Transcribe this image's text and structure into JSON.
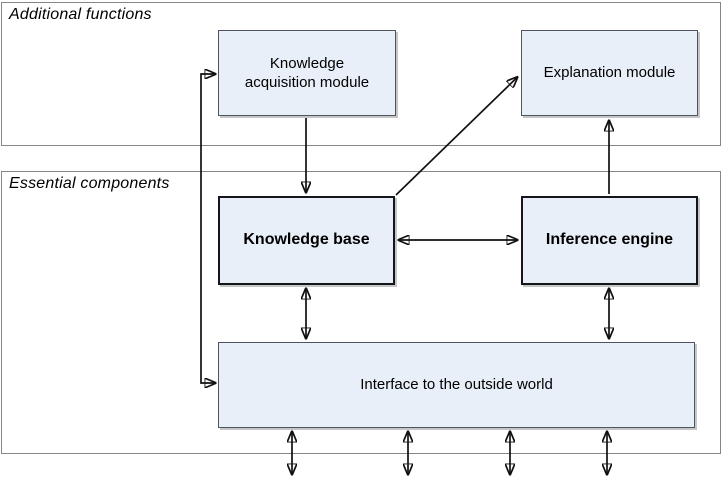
{
  "sections": [
    {
      "id": "additional",
      "label": "Additional functions"
    },
    {
      "id": "essential",
      "label": "Essential components"
    }
  ],
  "nodes": {
    "knowledge_acquisition": {
      "label": "Knowledge\nacquisition module",
      "emphasis": false
    },
    "explanation": {
      "label": "Explanation module",
      "emphasis": false
    },
    "knowledge_base": {
      "label": "Knowledge base",
      "emphasis": true
    },
    "inference_engine": {
      "label": "Inference engine",
      "emphasis": true
    },
    "interface": {
      "label": "Interface to the outside world",
      "emphasis": false
    }
  },
  "edges": [
    {
      "from": "interface",
      "to": "knowledge_acquisition",
      "bidirectional": true,
      "style": "elbow-left"
    },
    {
      "from": "knowledge_acquisition",
      "to": "knowledge_base",
      "bidirectional": false,
      "style": "straight"
    },
    {
      "from": "knowledge_base",
      "to": "explanation",
      "bidirectional": false,
      "style": "diagonal"
    },
    {
      "from": "inference_engine",
      "to": "explanation",
      "bidirectional": false,
      "style": "straight"
    },
    {
      "from": "knowledge_base",
      "to": "inference_engine",
      "bidirectional": true,
      "style": "straight"
    },
    {
      "from": "knowledge_base",
      "to": "interface",
      "bidirectional": true,
      "style": "straight"
    },
    {
      "from": "inference_engine",
      "to": "interface",
      "bidirectional": true,
      "style": "straight"
    },
    {
      "from": "interface",
      "to": "outside-world",
      "bidirectional": true,
      "style": "straight",
      "count": 4
    }
  ],
  "colors": {
    "node_fill": "#e9eff8",
    "node_border": "#50555d",
    "emphasis_border": "#15161a",
    "section_border": "#878787",
    "arrow": "#111111",
    "shadow": "#c6c6c6",
    "background": "#ffffff"
  }
}
